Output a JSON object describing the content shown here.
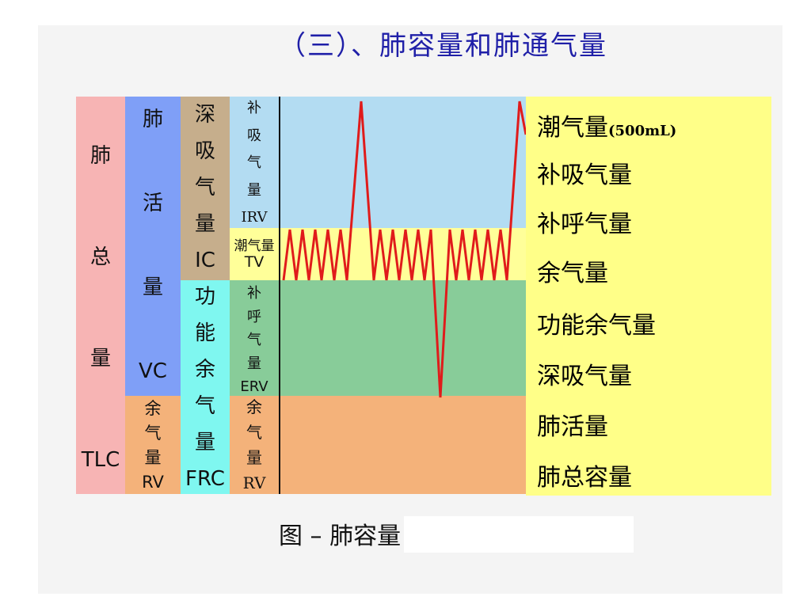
{
  "slide": {
    "title": "（三）、肺容量和肺通气量",
    "caption": "图 – 肺容量"
  },
  "diagram": {
    "column_tlc": {
      "chars": [
        "肺",
        "总",
        "量",
        "TLC"
      ]
    },
    "column_vc": {
      "chars": [
        "肺",
        "活",
        "量",
        "VC"
      ]
    },
    "column_rv": {
      "chars": [
        "余",
        "气",
        "量",
        "RV"
      ]
    },
    "column_ic": {
      "chars": [
        "深",
        "吸",
        "气",
        "量",
        "IC"
      ]
    },
    "column_frc": {
      "chars": [
        "功",
        "能",
        "余",
        "气",
        "量",
        "FRC"
      ]
    },
    "column_irv": {
      "chars": [
        "补",
        "吸",
        "气",
        "量",
        "IRV"
      ]
    },
    "column_tv": {
      "name": "潮气量",
      "abbr": "TV"
    },
    "column_erv": {
      "chars": [
        "补",
        "呼",
        "气",
        "量",
        "ERV"
      ]
    },
    "column_rv2": {
      "chars": [
        "余",
        "气",
        "量",
        "RV"
      ]
    },
    "colors": {
      "tlc": "#f7b4b4",
      "vc": "#7f9ff7",
      "rv": "#f4b27a",
      "ic": "#c6ae8c",
      "frc": "#7ff7f0",
      "irv": "#b3dcf2",
      "tv": "#ffff99",
      "erv": "#88cc99",
      "trace": "#e01b1b",
      "title": "#1f1fa8",
      "legend_bg": "#ffff88"
    }
  },
  "legend": {
    "items": [
      {
        "label": "潮气量",
        "note": "(500mL)"
      },
      {
        "label": "补吸气量"
      },
      {
        "label": "补呼气量"
      },
      {
        "label": "余气量"
      },
      {
        "label": "功能余气量"
      },
      {
        "label": "深吸气量"
      },
      {
        "label": "肺活量"
      },
      {
        "label": "肺总容量"
      }
    ]
  }
}
